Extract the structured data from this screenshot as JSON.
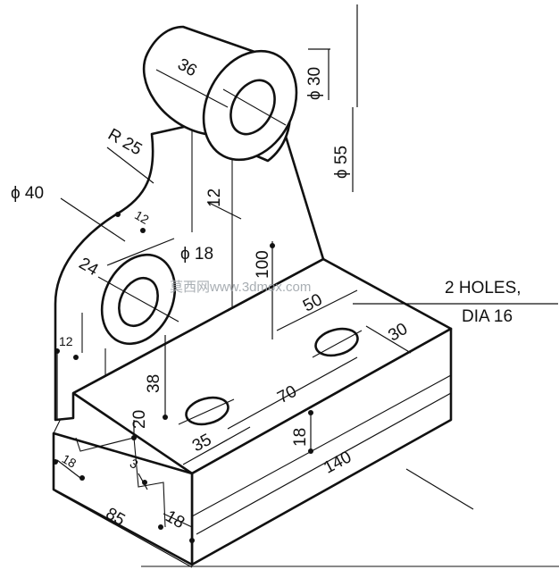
{
  "dimensions": {
    "d36": "36",
    "phi30": "ϕ 30",
    "phi55": "ϕ 55",
    "r25": "R 25",
    "phi40": "ϕ 40",
    "d12_rib": "12",
    "d12_top": "12",
    "phi18": "ϕ 18",
    "d24": "24",
    "d100": "100",
    "d50": "50",
    "d30": "30",
    "d70": "70",
    "d38": "38",
    "d20": "20",
    "d35": "35",
    "d18_mid": "18",
    "d140": "140",
    "d12_left": "12",
    "d18_left": "18",
    "d3": "3",
    "d85": "85",
    "d18_front": "18"
  },
  "note": {
    "line1": "2 HOLES,",
    "line2": "DIA 16"
  },
  "watermark": "莫西网www.3dmox.com"
}
